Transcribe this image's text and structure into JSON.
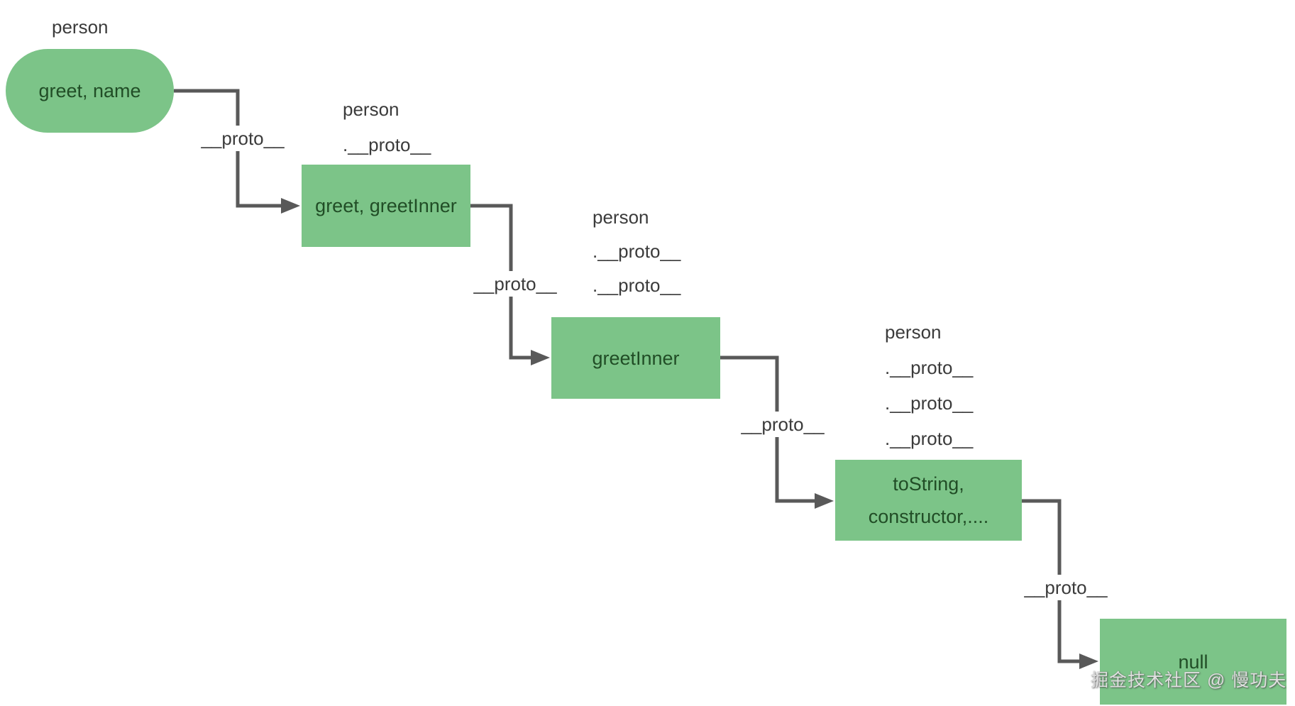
{
  "diagram": {
    "nodes": [
      {
        "caption_lines": [
          "person"
        ],
        "body_lines": [
          "greet, name"
        ]
      },
      {
        "caption_lines": [
          "person",
          ".__proto__"
        ],
        "body_lines": [
          "greet, greetInner"
        ]
      },
      {
        "caption_lines": [
          "person",
          ".__proto__",
          ".__proto__"
        ],
        "body_lines": [
          "greetInner"
        ]
      },
      {
        "caption_lines": [
          "person",
          ".__proto__",
          ".__proto__",
          ".__proto__"
        ],
        "body_lines": [
          "toString,",
          "constructor,...."
        ]
      },
      {
        "caption_lines": [],
        "body_lines": [
          "null"
        ]
      }
    ],
    "connectors": [
      {
        "label": "__proto__"
      },
      {
        "label": "__proto__"
      },
      {
        "label": "__proto__"
      },
      {
        "label": "__proto__"
      }
    ],
    "watermark": "掘金技术社区 @ 慢功夫",
    "colors": {
      "node_fill": "#7cc488",
      "node_text": "#214d26",
      "label_text": "#3b3b3b",
      "line": "#595959",
      "canvas_bg": "#ffffff",
      "watermark": "#e0e0e0"
    }
  }
}
